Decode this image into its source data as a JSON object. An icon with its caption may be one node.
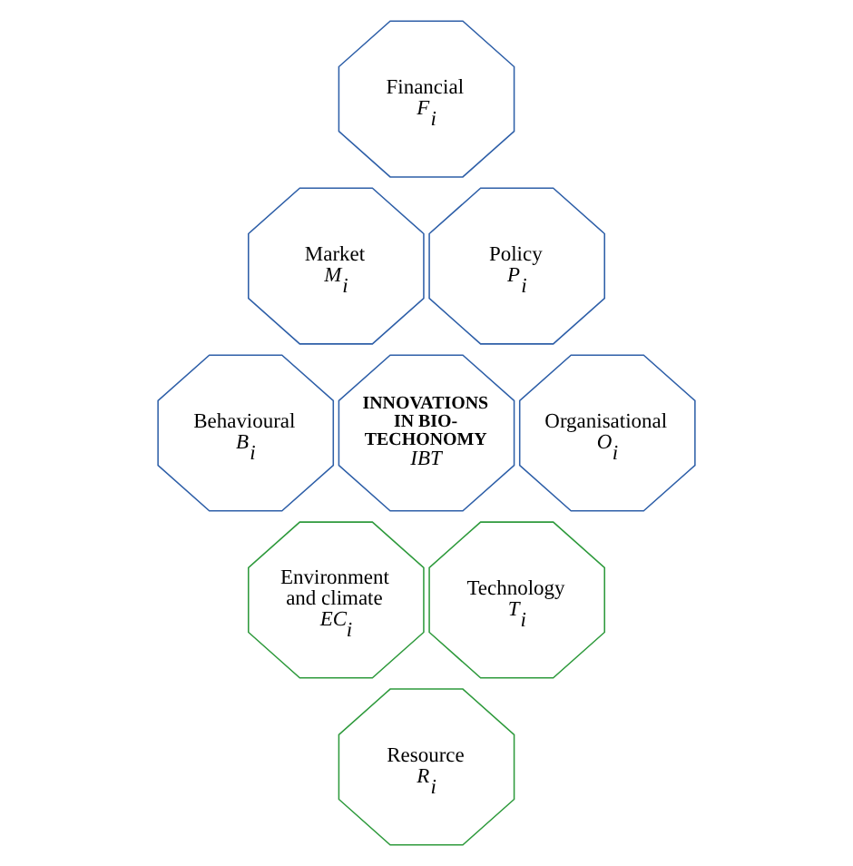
{
  "diagram": {
    "nodes": [
      {
        "text": [
          "Financial",
          "F$_{i}$"
        ]
      },
      {
        "text": [
          "Market",
          "M$_{i}$"
        ]
      },
      {
        "text": [
          "Policy",
          "P$_{i}$"
        ]
      },
      {
        "text": [
          "Behavioural",
          "B$_{i}$"
        ]
      },
      {
        "text": [
          "INNOVATIONS IN BIO-TECHONOMY",
          "IBT"
        ]
      },
      {
        "text": [
          "Organisational",
          "O$_{i}$"
        ]
      },
      {
        "text": [
          "Environment and climate",
          "EC$_{i}$"
        ]
      },
      {
        "text": [
          "Technology",
          "T$_{i}$"
        ]
      },
      {
        "text": [
          "Resource",
          "R$_{i}$"
        ]
      }
    ],
    "edges": []
  }
}
